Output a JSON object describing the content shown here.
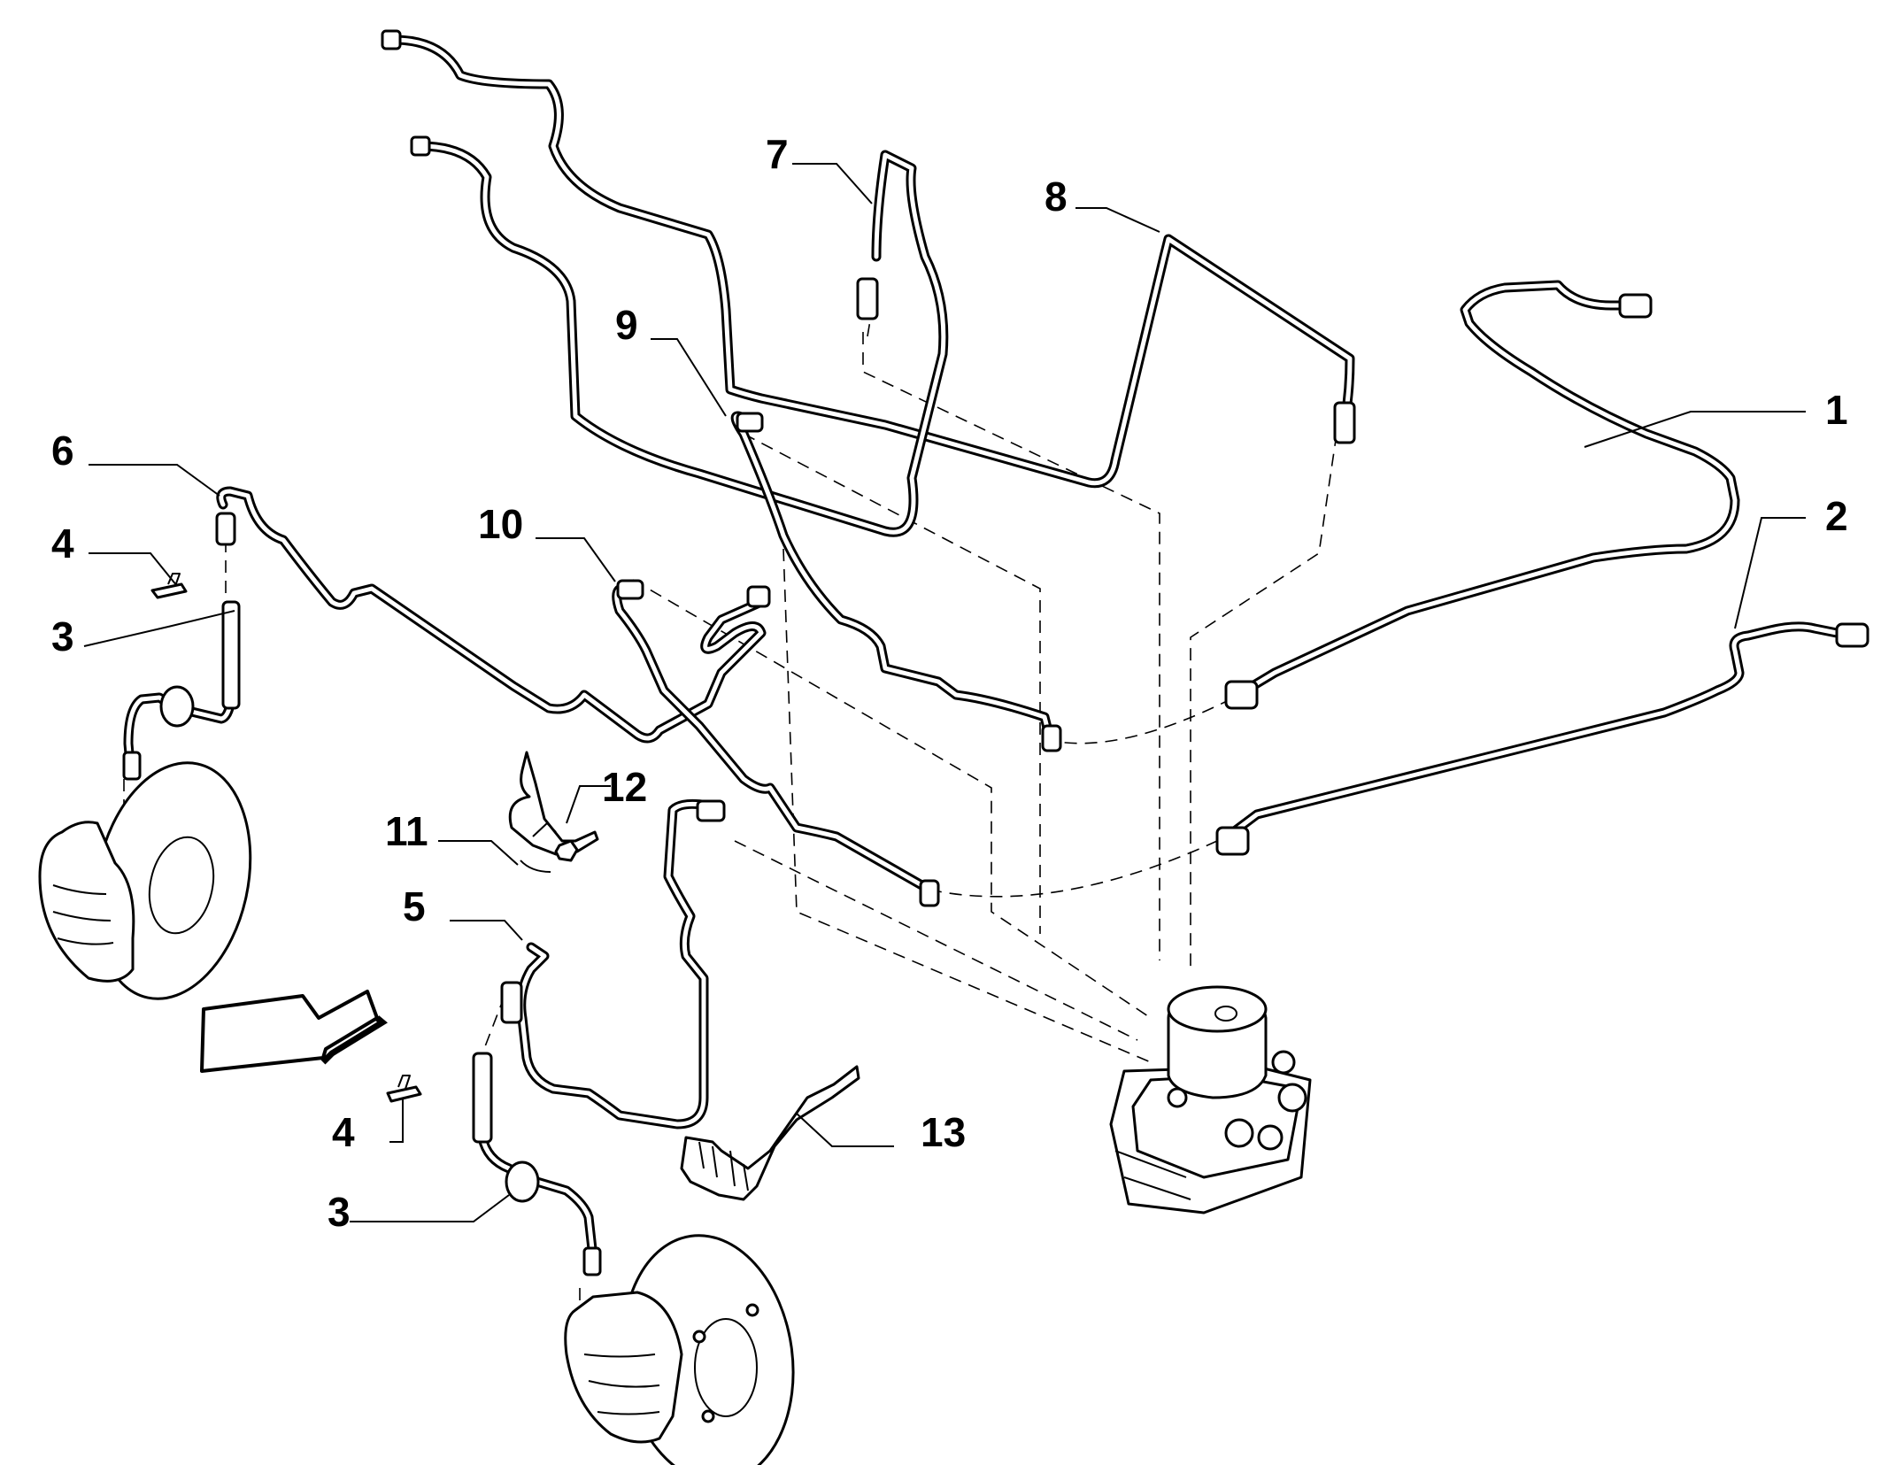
{
  "callouts": {
    "c1": "1",
    "c2": "2",
    "c3a": "3",
    "c3b": "3",
    "c4a": "4",
    "c4b": "4",
    "c5": "5",
    "c6": "6",
    "c7": "7",
    "c8": "8",
    "c9": "9",
    "c10": "10",
    "c11": "11",
    "c12": "12",
    "c13": "13"
  },
  "icons": {
    "direction": "arrow-icon",
    "abs_unit": "abs-hydraulic-unit-icon",
    "brake_disc": "brake-disc-icon"
  }
}
